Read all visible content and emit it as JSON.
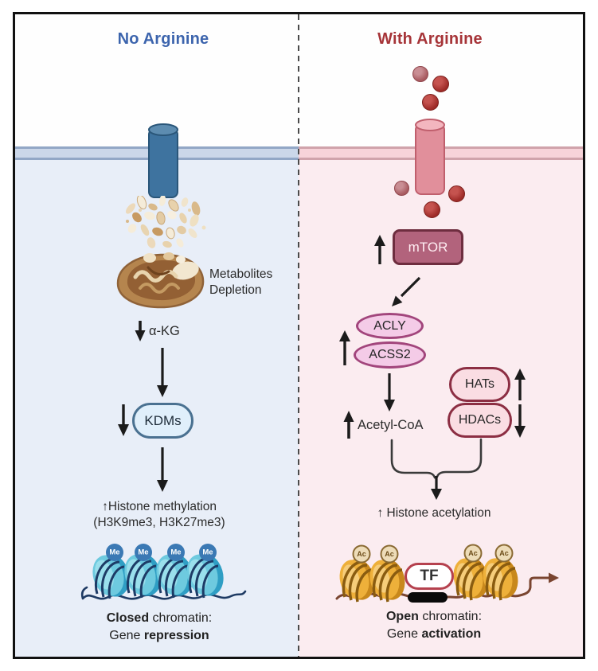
{
  "left": {
    "title": "No Arginine",
    "metabolites_line1": "Metabolites",
    "metabolites_line2": "Depletion",
    "akg_label": "α-KG",
    "kdms_label": "KDMs",
    "methylation_line1": "↑Histone methylation",
    "methylation_line2": "(H3K9me3, H3K27me3)",
    "marks": [
      "Me",
      "Me",
      "Me",
      "Me"
    ],
    "closed_line1_bold": "Closed",
    "closed_line1_rest": " chromatin:",
    "closed_line2_pre": "Gene ",
    "closed_line2_bold": "repression"
  },
  "right": {
    "title": "With Arginine",
    "mtor_label": "mTOR",
    "acly_label": "ACLY",
    "acss2_label": "ACSS2",
    "acetyl_coa_label": "Acetyl-CoA",
    "hats_label": "HATs",
    "hdacs_label": "HDACs",
    "acetylation_label": "↑ Histone acetylation",
    "tf_label": "TF",
    "marks": [
      "Ac",
      "Ac",
      "Ac",
      "Ac"
    ],
    "open_line1_bold": "Open",
    "open_line1_rest": " chromatin:",
    "open_line2_pre": "Gene ",
    "open_line2_bold": "activation"
  },
  "colors": {
    "left_title": "#3c64ad",
    "right_title": "#a63438",
    "left_bg": "#e8eef8",
    "right_bg": "#fbecf0",
    "left_membrane": "#cbd7e9",
    "right_membrane": "#f7d3d9",
    "closed_nucleosome": "#6ecadf",
    "open_nucleosome": "#eeb03a",
    "mtor_fill": "#b2637c",
    "arginine_dot": "#9e2b28"
  }
}
